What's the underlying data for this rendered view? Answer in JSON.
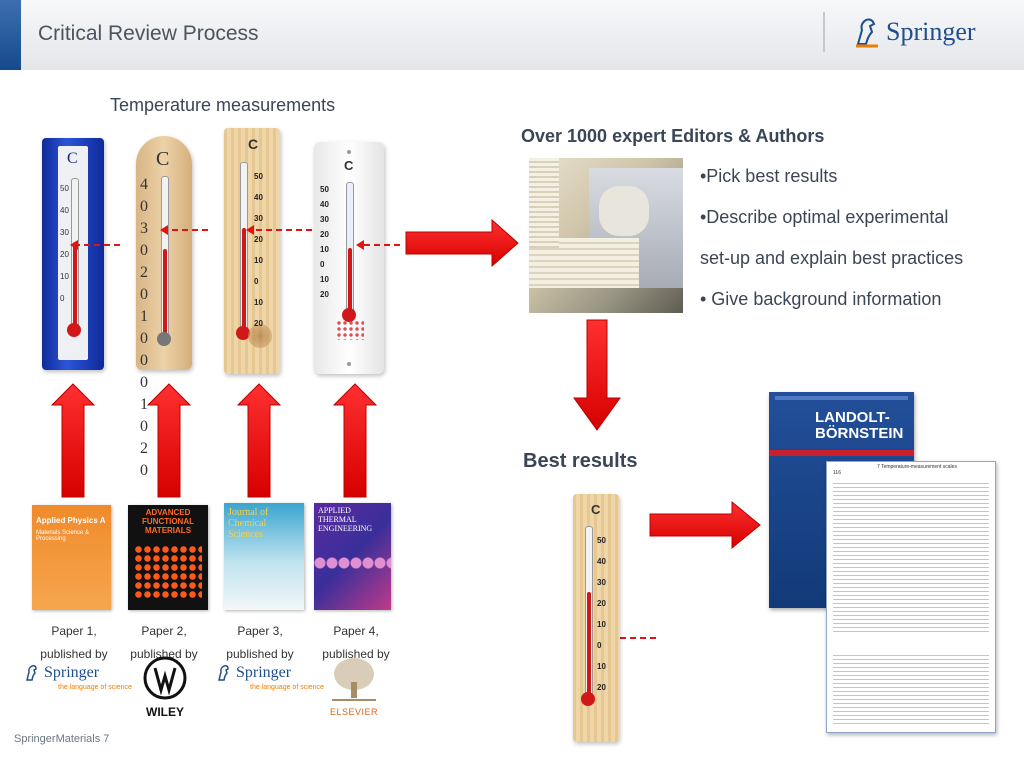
{
  "header": {
    "title": "Critical Review Process",
    "brand": "Springer"
  },
  "left": {
    "temperature_label": "Temperature  measurements"
  },
  "editors": {
    "heading": "Over 1000 expert Editors & Authors",
    "bullets": [
      "•Pick best results",
      "•Describe optimal experimental",
      "set-up and explain best practices",
      "• Give background information"
    ]
  },
  "best": {
    "label": "Best results"
  },
  "papers": [
    {
      "caption": "Paper 1,",
      "published_by": "published by",
      "publisher": "Springer",
      "publisher_tagline": "the language of science",
      "cover_title": "Applied Physics A",
      "cover_sub": "Materials Science & Processing"
    },
    {
      "caption": "Paper 2,",
      "published_by": "published by",
      "publisher": "WILEY",
      "cover_title": "ADVANCED FUNCTIONAL MATERIALS"
    },
    {
      "caption": "Paper 3,",
      "published_by": "published by",
      "publisher": "Springer",
      "publisher_tagline": "the language of science",
      "cover_title": "Journal of Chemical Sciences"
    },
    {
      "caption": "Paper 4,",
      "published_by": "published by",
      "publisher": "ELSEVIER",
      "cover_title": "APPLIED THERMAL ENGINEERING"
    }
  ],
  "thermometer_scales": {
    "t1": [
      "50",
      "40",
      "30",
      "20",
      "10",
      "0"
    ],
    "t2": [
      "4 0",
      "3 0",
      "2 0",
      "1 0",
      "0 0",
      "1 0",
      "2 0"
    ],
    "t3": [
      "50",
      "40",
      "30",
      "20",
      "10",
      "0",
      "10",
      "20"
    ],
    "t4": [
      "50",
      "40",
      "30",
      "20",
      "10",
      "0",
      "10",
      "20"
    ],
    "unit": "C"
  },
  "landolt": {
    "title": "LANDOLT-BÖRNSTEIN",
    "table_caption": "7 Temperature-measurement scales",
    "page_number": "116"
  },
  "footer": {
    "text": "SpringerMaterials 7"
  },
  "colors": {
    "arrow": "#ee1111",
    "brand_blue": "#1f4e8c",
    "accent": "#f07d00"
  }
}
